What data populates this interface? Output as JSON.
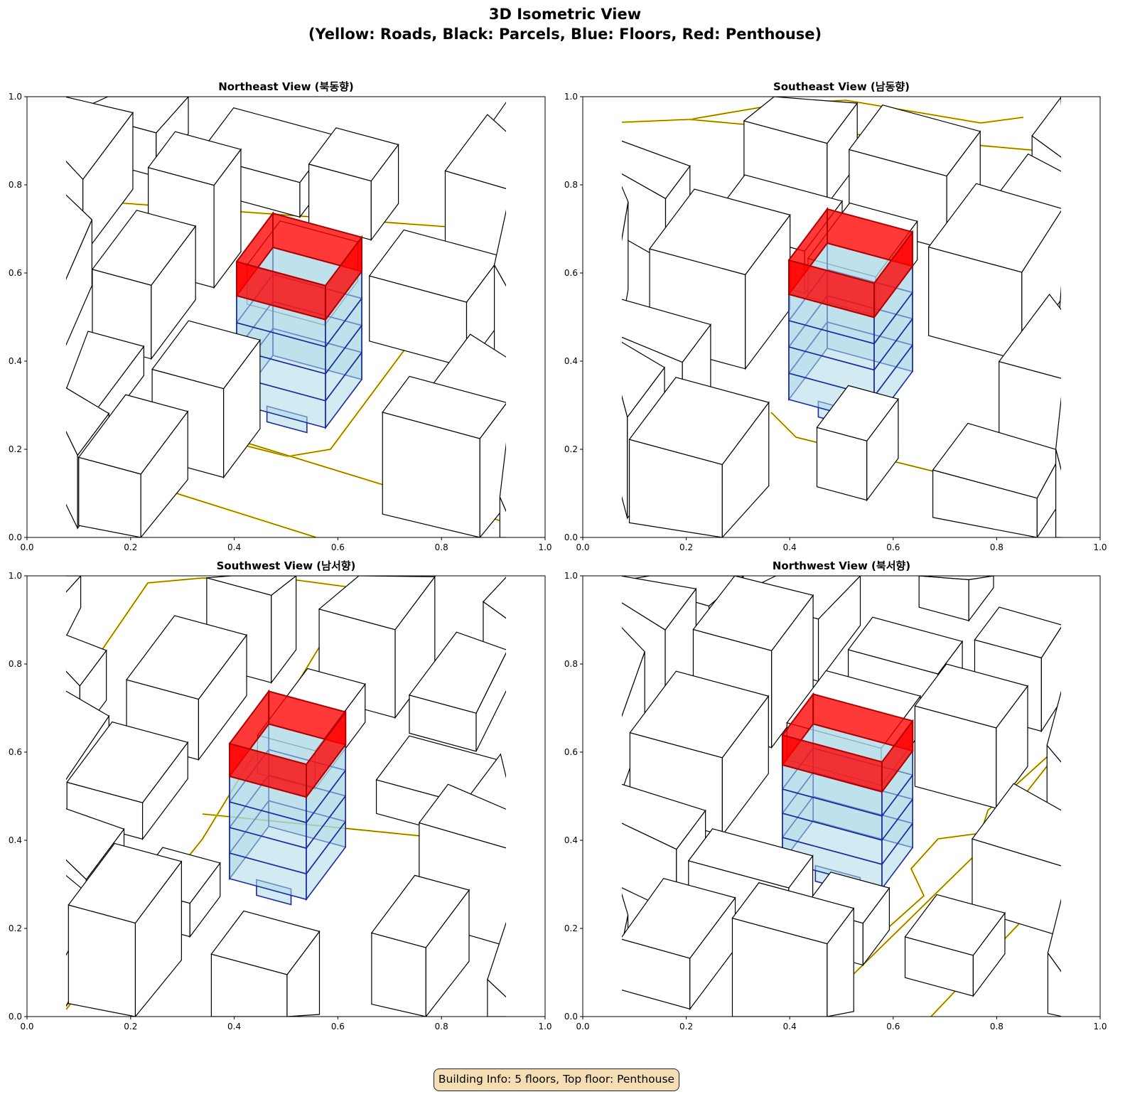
{
  "figure": {
    "title_line1": "3D Isometric View",
    "title_line2": "(Yellow: Roads, Black: Parcels, Blue: Floors, Red: Penthouse)"
  },
  "panels": [
    {
      "title": "Northeast View (북동향)"
    },
    {
      "title": "Southeast View (남동향)"
    },
    {
      "title": "Southwest View (남서향)"
    },
    {
      "title": "Northwest View (북서향)"
    }
  ],
  "axes": {
    "x_ticks": [
      "0.0",
      "0.2",
      "0.4",
      "0.6",
      "0.8",
      "1.0"
    ],
    "y_ticks": [
      "0.0",
      "0.2",
      "0.4",
      "0.6",
      "0.8",
      "1.0"
    ]
  },
  "footer": "Building Info: 5 floors, Top floor: Penthouse",
  "colors": {
    "road": "#ffd700",
    "parcel": "#000000",
    "floor_fill": "#add8e6",
    "floor_edge": "#1a2aa0",
    "penthouse": "#ff0000",
    "penthouse_edge": "#b00000",
    "info_box": "#f5deb3"
  }
}
